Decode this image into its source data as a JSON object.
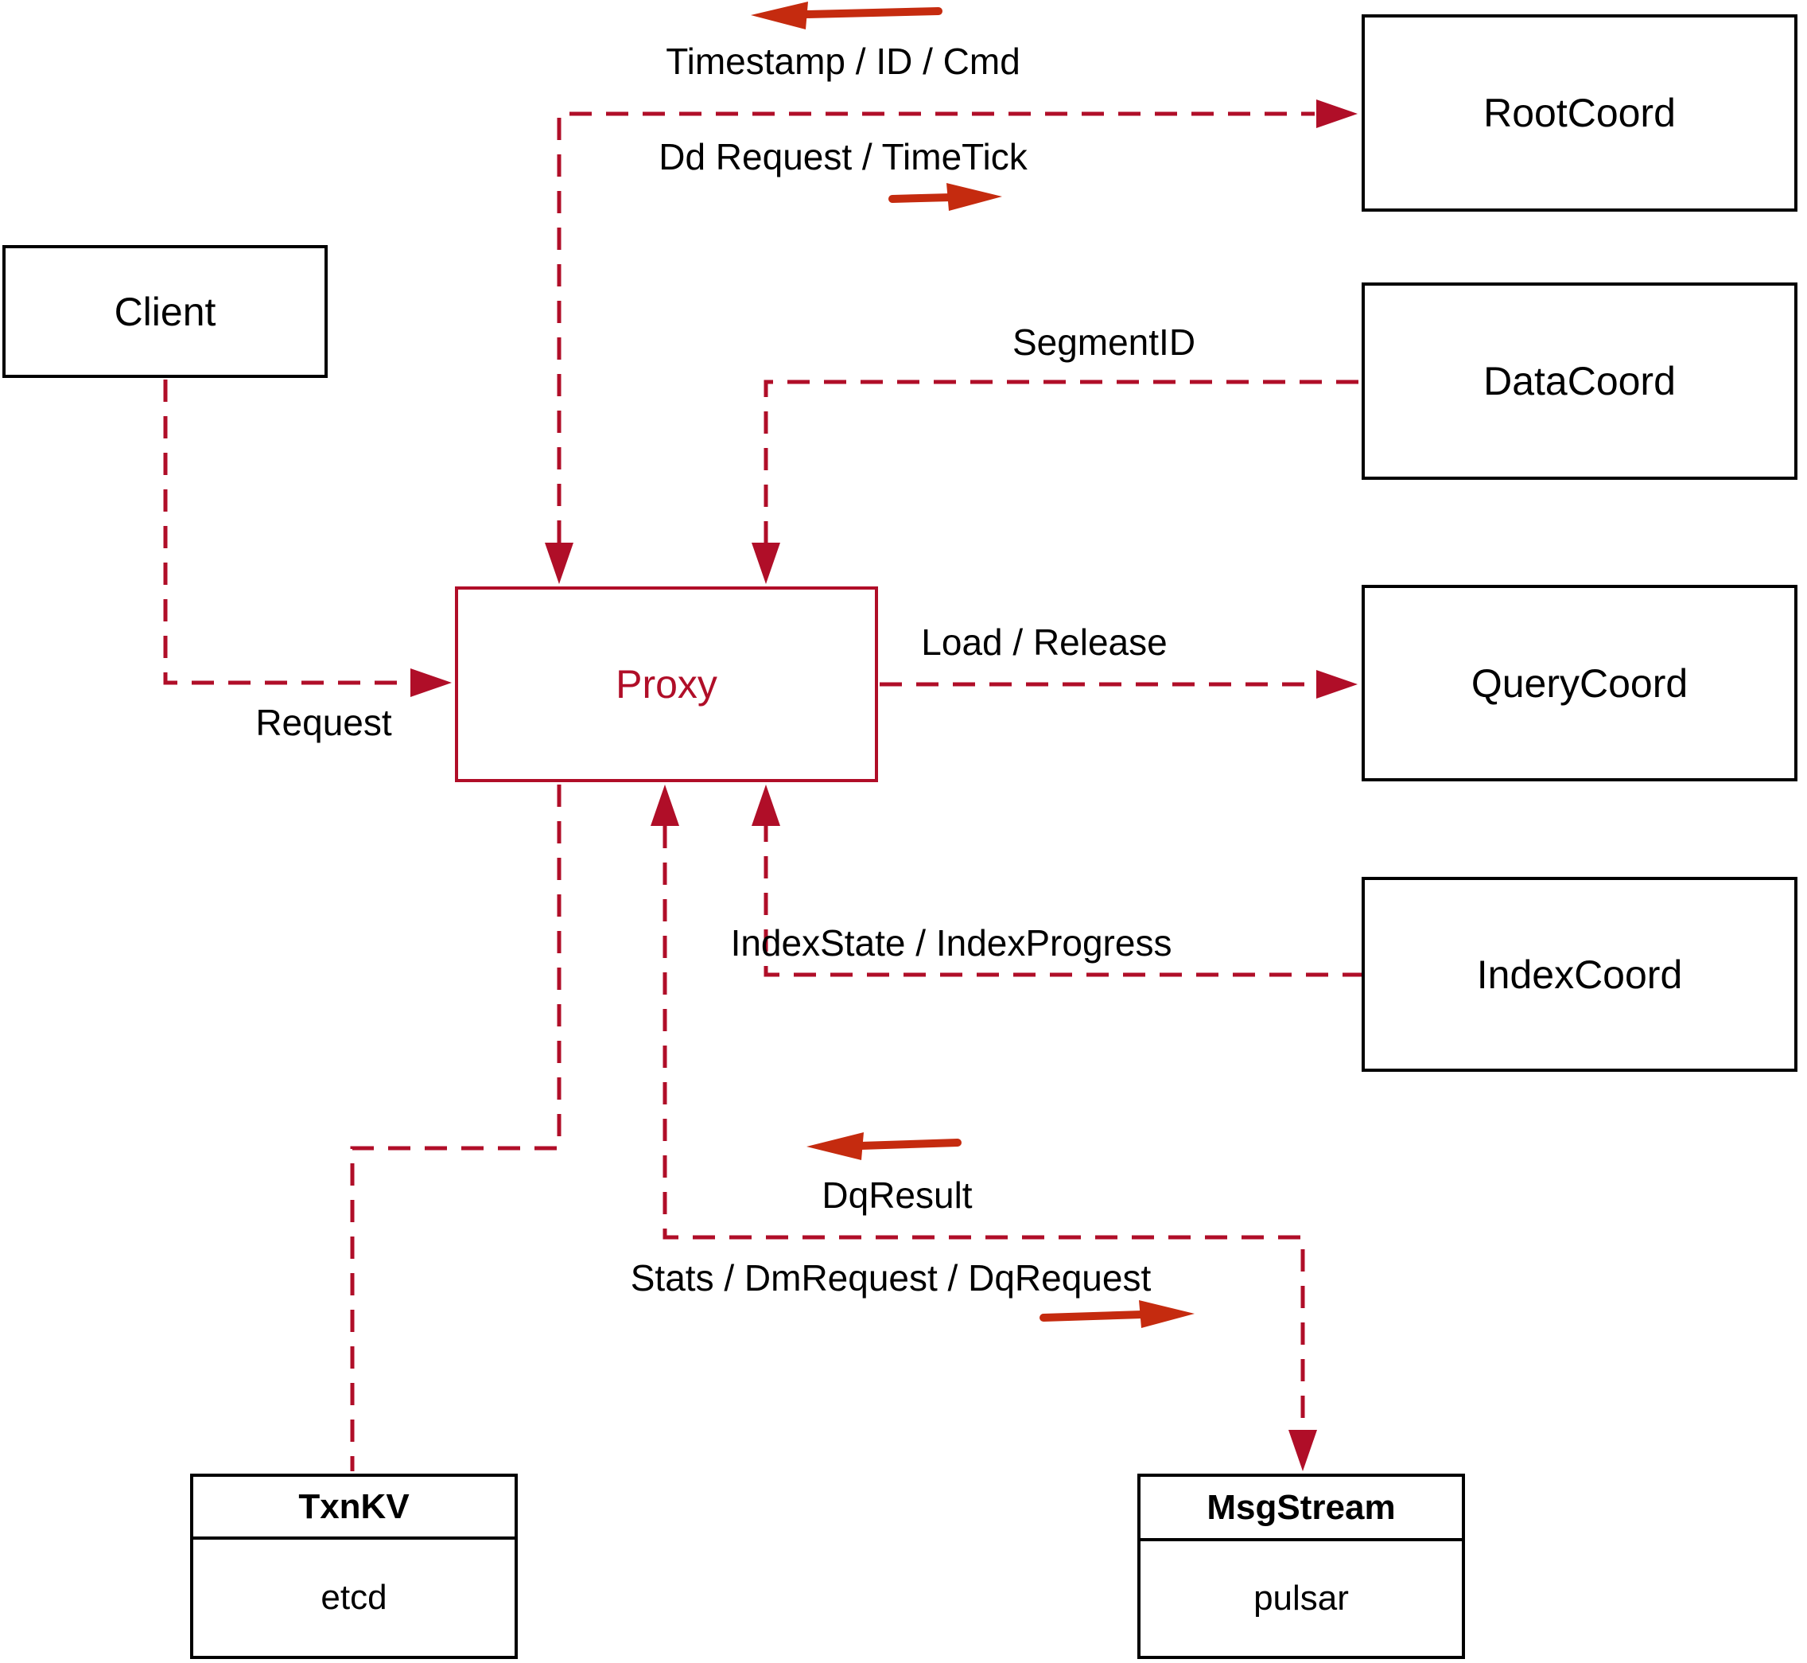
{
  "nodes": {
    "client": {
      "label": "Client"
    },
    "rootcoord": {
      "label": "RootCoord"
    },
    "datacoord": {
      "label": "DataCoord"
    },
    "querycoord": {
      "label": "QueryCoord"
    },
    "indexcoord": {
      "label": "IndexCoord"
    },
    "proxy": {
      "label": "Proxy"
    },
    "txnkv": {
      "header": "TxnKV",
      "body": "etcd"
    },
    "msgstream": {
      "header": "MsgStream",
      "body": "pulsar"
    }
  },
  "edge_labels": {
    "timestamp_id_cmd": "Timestamp / ID / Cmd",
    "dd_request_timetick": "Dd Request / TimeTick",
    "segment_id": "SegmentID",
    "load_release": "Load / Release",
    "index_state_progress": "IndexState / IndexProgress",
    "request": "Request",
    "dq_result": "DqResult",
    "stats_dm_dq_request": "Stats / DmRequest / DqRequest"
  },
  "colors": {
    "connector_red": "#b00e28",
    "arrow_red": "#c52b0f",
    "box_border": "#000000",
    "text": "#000000",
    "background": "#ffffff"
  }
}
